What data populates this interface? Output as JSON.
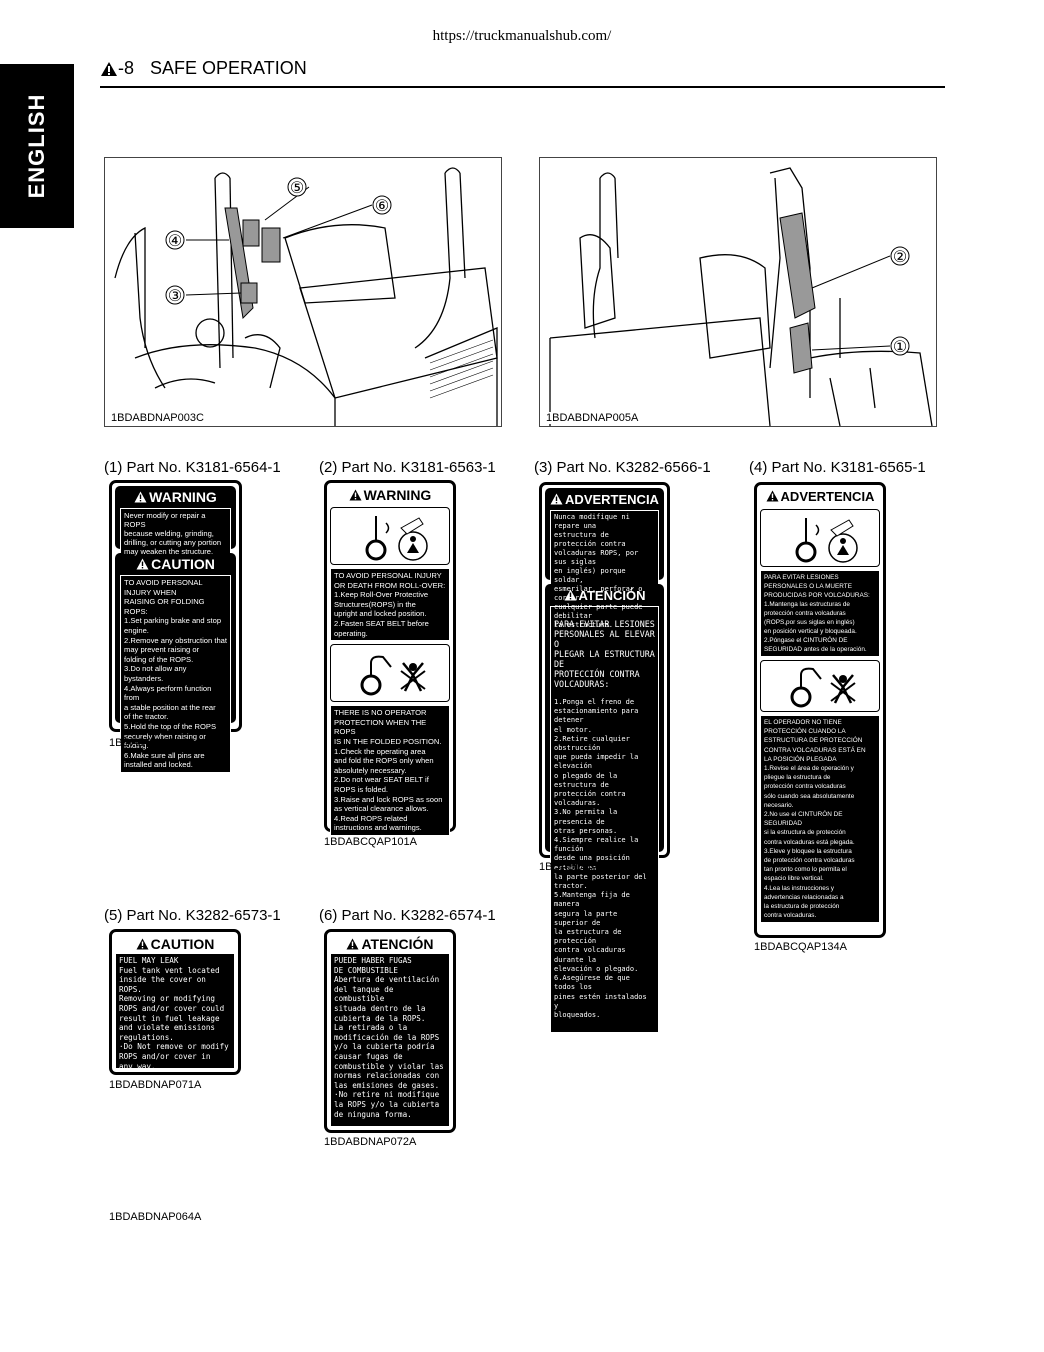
{
  "page": {
    "url": "https://truckmanualshub.com/",
    "side_tab": "ENGLISH",
    "page_number": "-8",
    "section_title": "SAFE OPERATION",
    "footer_code": "1BDABDNAP064A"
  },
  "figures": [
    {
      "code": "1BDABDNAP003C",
      "callouts": [
        "⑤",
        "⑥",
        "④",
        "③"
      ]
    },
    {
      "code": "1BDABDNAP005A",
      "callouts": [
        "②",
        "①"
      ]
    }
  ],
  "parts": [
    {
      "title": "(1) Part No. K3181-6564-1",
      "code": "1BDABCQAP100A",
      "panels": [
        {
          "head": "WARNING",
          "text": "Never modify or repair a ROPS\nbecause welding, grinding,\ndrilling, or cutting any portion\nmay weaken the structure."
        },
        {
          "head": "CAUTION",
          "text": "TO AVOID PERSONAL INJURY WHEN\nRAISING OR FOLDING ROPS:\n1.Set parking brake and stop\n   engine.\n2.Remove any obstruction that\n   may prevent raising or\n   folding of the ROPS.\n3.Do not allow any bystanders.\n4.Always perform function from\n   a stable position at the rear\n   of the tractor.\n5.Hold the top of the ROPS\n   securely when raising or folding.\n6.Make sure all pins are\n   installed and locked."
        }
      ]
    },
    {
      "title": "(2) Part No. K3181-6563-1",
      "code": "1BDABCQAP101A",
      "head": "WARNING",
      "text1": "TO AVOID PERSONAL INJURY\nOR DEATH FROM ROLL-OVER:\n1.Keep Roll-Over Protective\n   Structures(ROPS) in the\n   upright and locked position.\n2.Fasten SEAT BELT before\n   operating.",
      "text2": "THERE IS NO OPERATOR\nPROTECTION WHEN THE ROPS\nIS IN THE FOLDED POSITION.\n1.Check the operating area\n   and fold the ROPS only when\n   absolutely necessary.\n2.Do not wear SEAT BELT if\n   ROPS is folded.\n3.Raise and lock ROPS as soon\n   as vertical clearance allows.\n4.Read ROPS related\n   instructions and warnings."
    },
    {
      "title": "(3) Part No. K3282-6566-1",
      "code": "1BDABDNAP070A",
      "panels": [
        {
          "head": "ADVERTENCIA",
          "text": "Nunca modifique ni repare una\nestructura de protección contra\nvolcaduras ROPS, por sus siglas\nen inglés) porque soldar,\nesmerilar, perforar o cortar\ncualquier parte puede debilitar\nla estructura."
        },
        {
          "head": "ATENCIÓN",
          "text_big": "PARA EVITAR LESIONES\nPERSONALES AL ELEVAR O\nPLEGAR LA ESTRUCTURA DE\nPROTECCIÓN CONTRA\nVOLCADURAS:",
          "text": "1.Ponga el freno de\n   estacionamiento para detener\n   el motor.\n2.Retire cualquier obstrucción\n   que pueda impedir la elevación\n   o plegado de la estructura de\n   protección contra volcaduras.\n3.No permita la presencia de\n   otras personas.\n4.Siempre realice la función\n   desde una posición estable en\n   la parte posterior del tractor.\n5.Mantenga fija de manera\n   segura la parte superior de\n   la estructura de protección\n   contra volcaduras durante la\n   elevación o plegado.\n6.Asegúrese de que todos los\n   pines estén instalados y\n   bloqueados."
        }
      ]
    },
    {
      "title": "(4) Part No. K3181-6565-1",
      "code": "1BDABCQAP134A",
      "head": "ADVERTENCIA",
      "text1": "PARA EVITAR LESIONES\nPERSONALES O LA MUERTE\nPRODUCIDAS POR VOLCADURAS:\n1.Mantenga las estructuras de\n   protección contra volcaduras\n   (ROPS,por sus siglas en inglés)\n   en posición vertical y bloqueada.\n2.Póngase el CINTURÓN DE\n   SEGURIDAD antes de la operación.",
      "text2": "EL OPERADOR NO TIENE\nPROTECCIÓN CUANDO LA\nESTRUCTURA DE PROTECCIÓN\nCONTRA VOLCADURAS ESTÁ EN\nLA POSICIÓN PLEGADA\n1.Revise el área de operación y\n   pliegue la estructura de\n   protección contra volcaduras\n   sólo cuando sea absolutamente\n   necesario.\n2.No use el CINTURÓN DE SEGURIDAD\n   si la estructura de protección\n   contra volcaduras está plegada.\n3.Eleve y bloquee la estructura\n   de protección contra volcaduras\n   tan pronto como lo permita el\n   espacio libre vertical.\n4.Lea las instrucciones y\n   advertencias relacionadas a\n   la estructura de protección\n   contra volcaduras."
    },
    {
      "title": "(5) Part No. K3282-6573-1",
      "code": "1BDABDNAP071A",
      "head": "CAUTION",
      "text": "FUEL MAY LEAK\nFuel tank vent located\ninside the cover on ROPS.\nRemoving or modifying\nROPS and/or cover could\nresult in fuel leakage\nand violate emissions\nregulations.\n ·Do Not remove or modify\n  ROPS and/or cover in\n  any way."
    },
    {
      "title": "(6) Part No. K3282-6574-1",
      "code": "1BDABDNAP072A",
      "head": "ATENCIÓN",
      "text": "PUEDE HABER FUGAS\nDE COMBUSTIBLE\nAbertura de ventilación\ndel tanque de combustible\nsituada dentro de la\ncubierta de la ROPS.\nLa retirada o la\nmodificación de la ROPS\ny/o la cubierta podría\ncausar fugas de\ncombustible y violar las\nnormas relacionadas con\nlas emisiones de gases.\n ·No retire ni modifique\n  la ROPS y/o la cubierta\n  de ninguna forma."
    }
  ]
}
